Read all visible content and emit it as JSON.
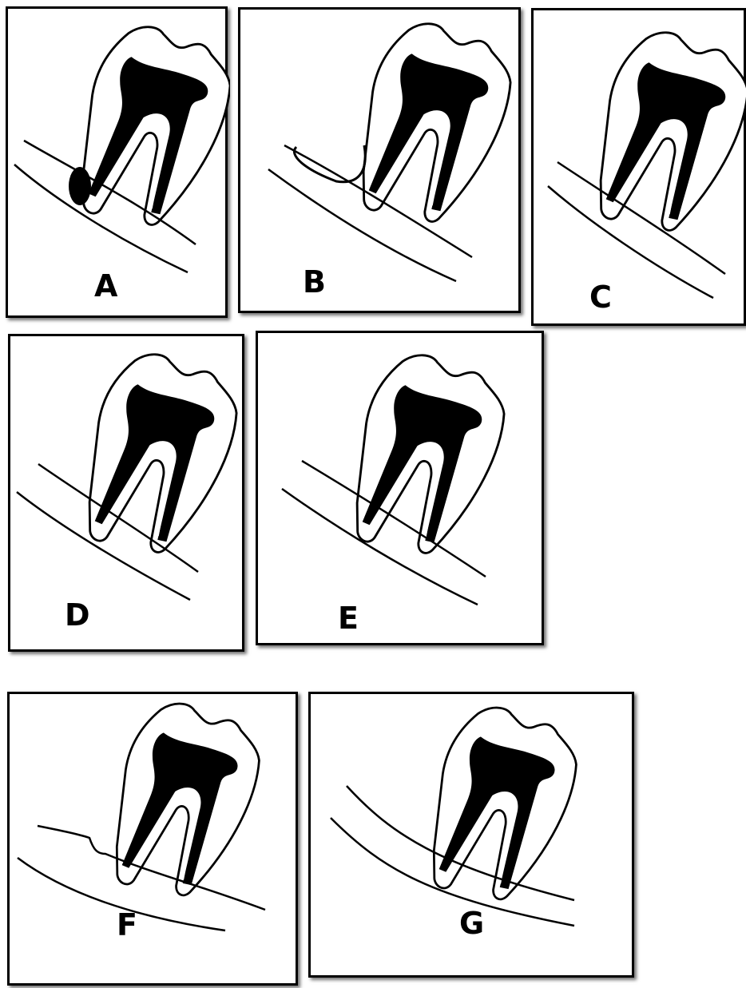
{
  "panels": [
    {
      "id": "A",
      "label": "A"
    },
    {
      "id": "B",
      "label": "B"
    },
    {
      "id": "C",
      "label": "C"
    },
    {
      "id": "D",
      "label": "D"
    },
    {
      "id": "E",
      "label": "E"
    },
    {
      "id": "F",
      "label": "F"
    },
    {
      "id": "G",
      "label": "G"
    }
  ],
  "colors": {
    "stroke": "#000000",
    "pulp": "#000000",
    "background": "#ffffff"
  }
}
